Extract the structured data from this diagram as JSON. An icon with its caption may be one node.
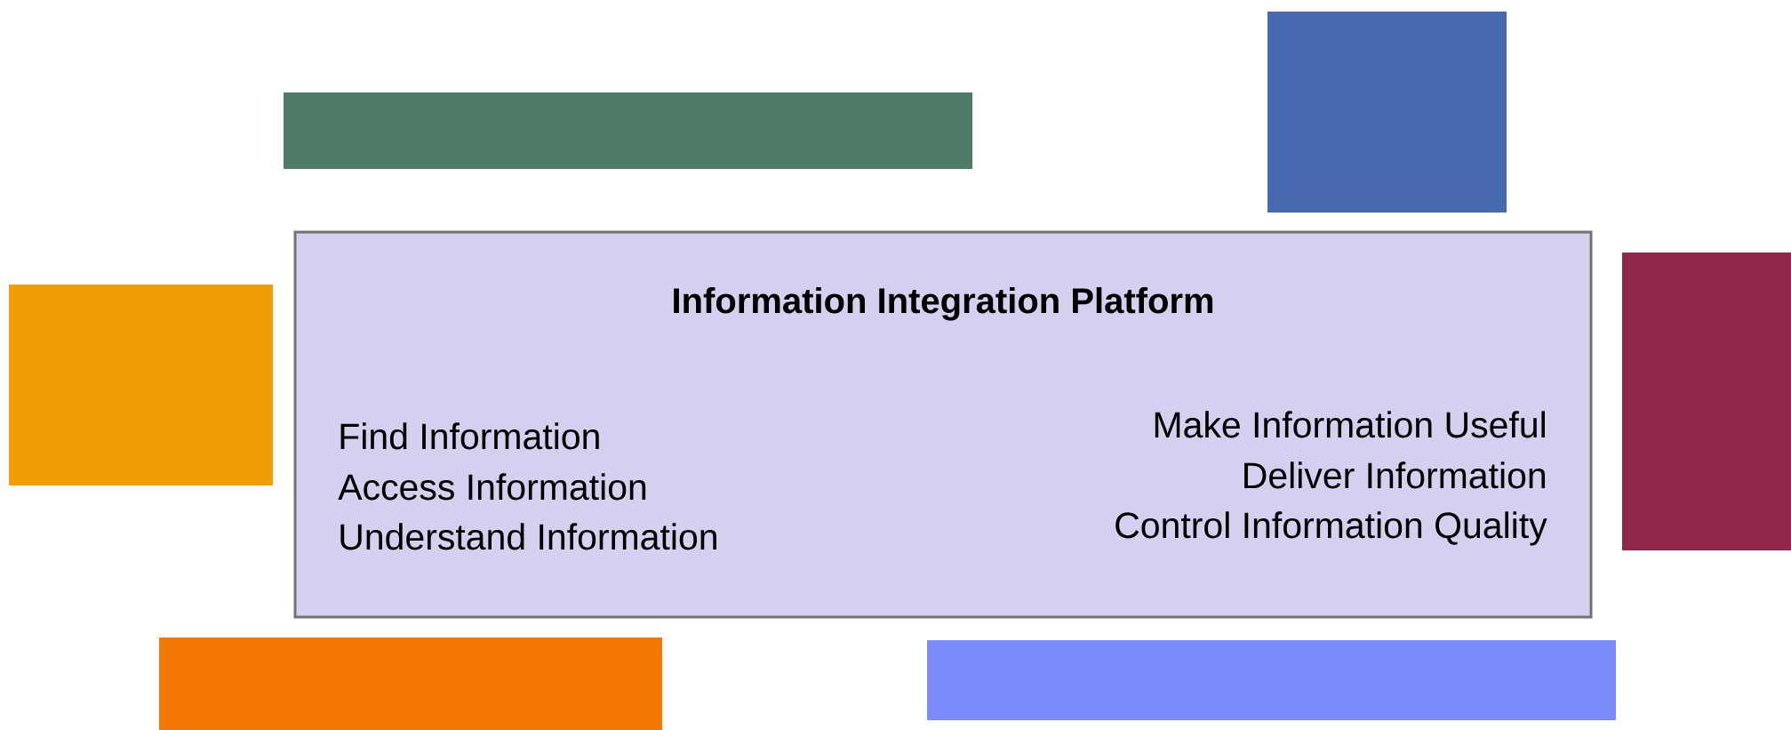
{
  "diagram": {
    "nodes": [
      {
        "text": [
          "Information Integration Platform",
          "Find Information",
          "Access Information",
          "Understand Information",
          "Make Information Useful",
          "Deliver Information",
          "Control Information Quality"
        ]
      },
      {
        "text": [],
        "shape": "box"
      },
      {
        "text": [],
        "shape": "box"
      },
      {
        "text": [],
        "shape": "box"
      },
      {
        "text": [],
        "shape": "box"
      },
      {
        "text": [],
        "shape": "box"
      },
      {
        "text": [],
        "shape": "box"
      }
    ]
  }
}
